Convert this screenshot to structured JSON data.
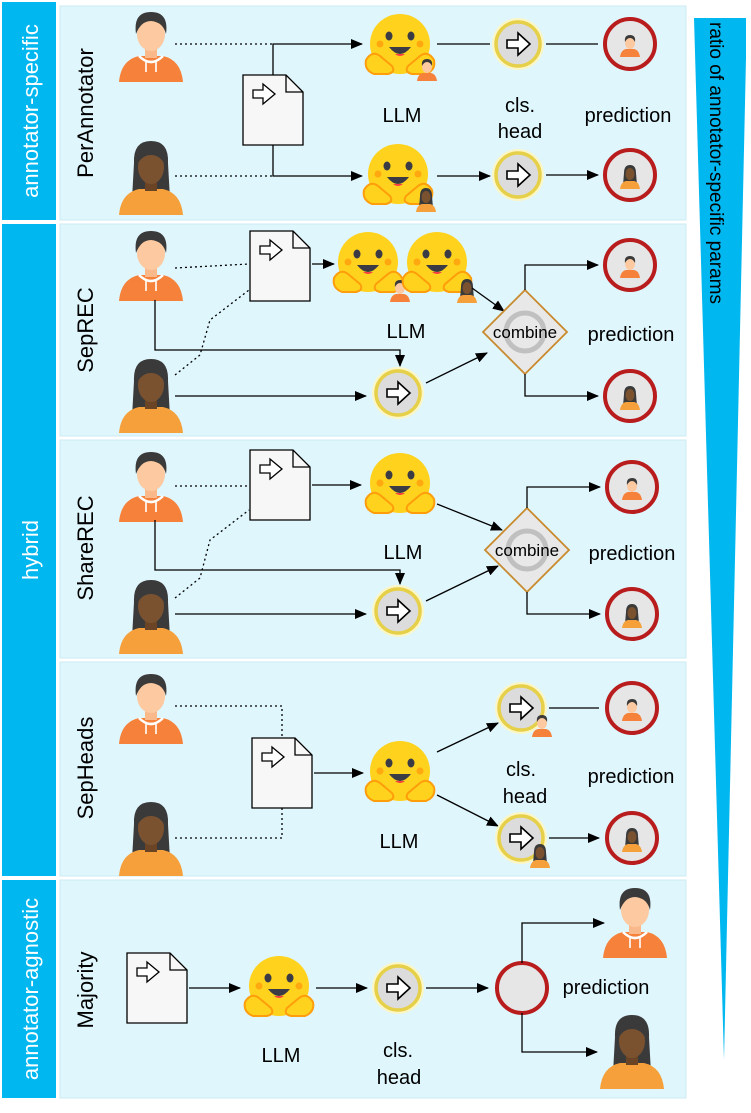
{
  "categories": {
    "annotator_specific": "annotator-specific",
    "hybrid": "hybrid",
    "annotator_agnostic": "annotator-agnostic"
  },
  "ratio_label": "ratio of annotator-specific params",
  "panels": {
    "perannotator": {
      "name": "PerAnnotator",
      "llm": "LLM",
      "cls_line1": "cls.",
      "cls_line2": "head",
      "prediction": "prediction"
    },
    "seprec": {
      "name": "SepREC",
      "llm": "LLM",
      "combine": "combine",
      "prediction": "prediction"
    },
    "sharerec": {
      "name": "ShareREC",
      "llm": "LLM",
      "combine": "combine",
      "prediction": "prediction"
    },
    "sepheads": {
      "name": "SepHeads",
      "llm": "LLM",
      "cls_line1": "cls.",
      "cls_line2": "head",
      "prediction": "prediction"
    },
    "majority": {
      "name": "Majority",
      "llm": "LLM",
      "cls_line1": "cls.",
      "cls_line2": "head",
      "prediction": "prediction"
    }
  },
  "colors": {
    "panel_bg": "#dff6fd",
    "sidebar": "#00b7f0",
    "hug_yellow": "#ffd21e",
    "hug_orange": "#ff9d0b",
    "pred_ring": "#b91c1c",
    "cls_ring": "#e6d04a",
    "combine_stroke": "#c98a2e"
  },
  "icons": {
    "annotator_a": "person-orange-hoodie-icon",
    "annotator_b": "person-long-hair-icon",
    "text": "document-icon",
    "llm": "hugging-face-icon",
    "cls_head": "arrow-circle-icon",
    "prediction": "prediction-circle-icon",
    "combine": "combine-diamond-icon"
  }
}
